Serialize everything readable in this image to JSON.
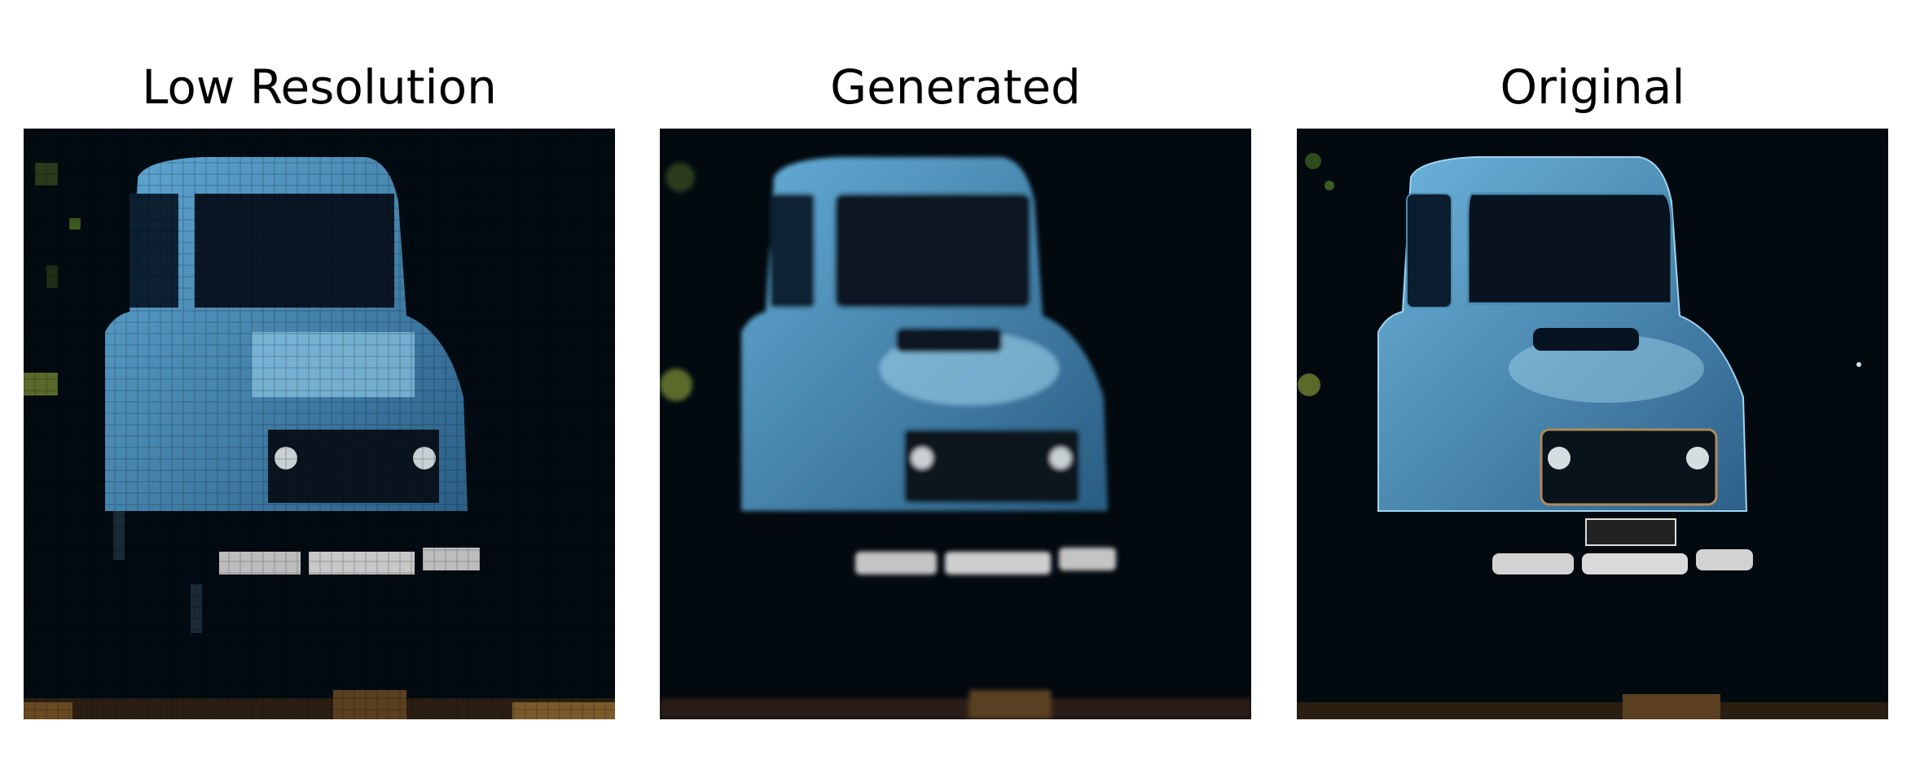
{
  "figure": {
    "panels": [
      {
        "title": "Low Resolution",
        "variant": "pixelated"
      },
      {
        "title": "Generated",
        "variant": "soft"
      },
      {
        "title": "Original",
        "variant": "sharp"
      }
    ]
  }
}
